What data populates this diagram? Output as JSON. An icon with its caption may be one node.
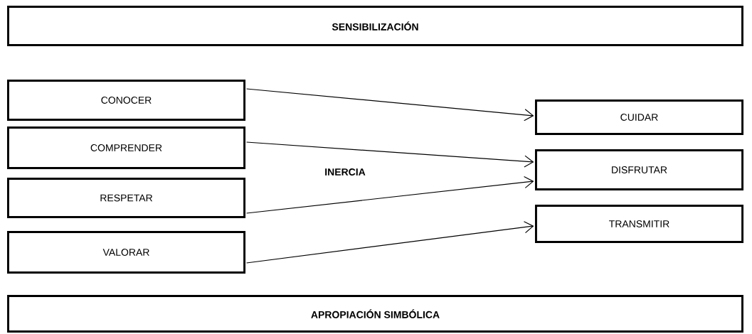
{
  "diagram": {
    "nodes": [
      {
        "text": [
          "SENSIBILIZACIÓN"
        ]
      },
      {
        "text": [
          "CONOCER"
        ]
      },
      {
        "text": [
          "COMPRENDER"
        ]
      },
      {
        "text": [
          "RESPETAR"
        ]
      },
      {
        "text": [
          "VALORAR"
        ]
      },
      {
        "text": [
          "CUIDAR"
        ]
      },
      {
        "text": [
          "DISFRUTAR"
        ]
      },
      {
        "text": [
          "TRANSMITIR"
        ]
      },
      {
        "text": [
          "APROPIACIÓN SIMBÓLICA"
        ]
      }
    ],
    "edges": [
      {
        "from": 1,
        "to": 5,
        "arrow": "to"
      },
      {
        "from": 2,
        "to": 6,
        "arrow": "to"
      },
      {
        "from": 3,
        "to": 6,
        "arrow": "to"
      },
      {
        "from": 4,
        "to": 7,
        "arrow": "to"
      }
    ],
    "labels": [
      "INERCIA"
    ]
  }
}
